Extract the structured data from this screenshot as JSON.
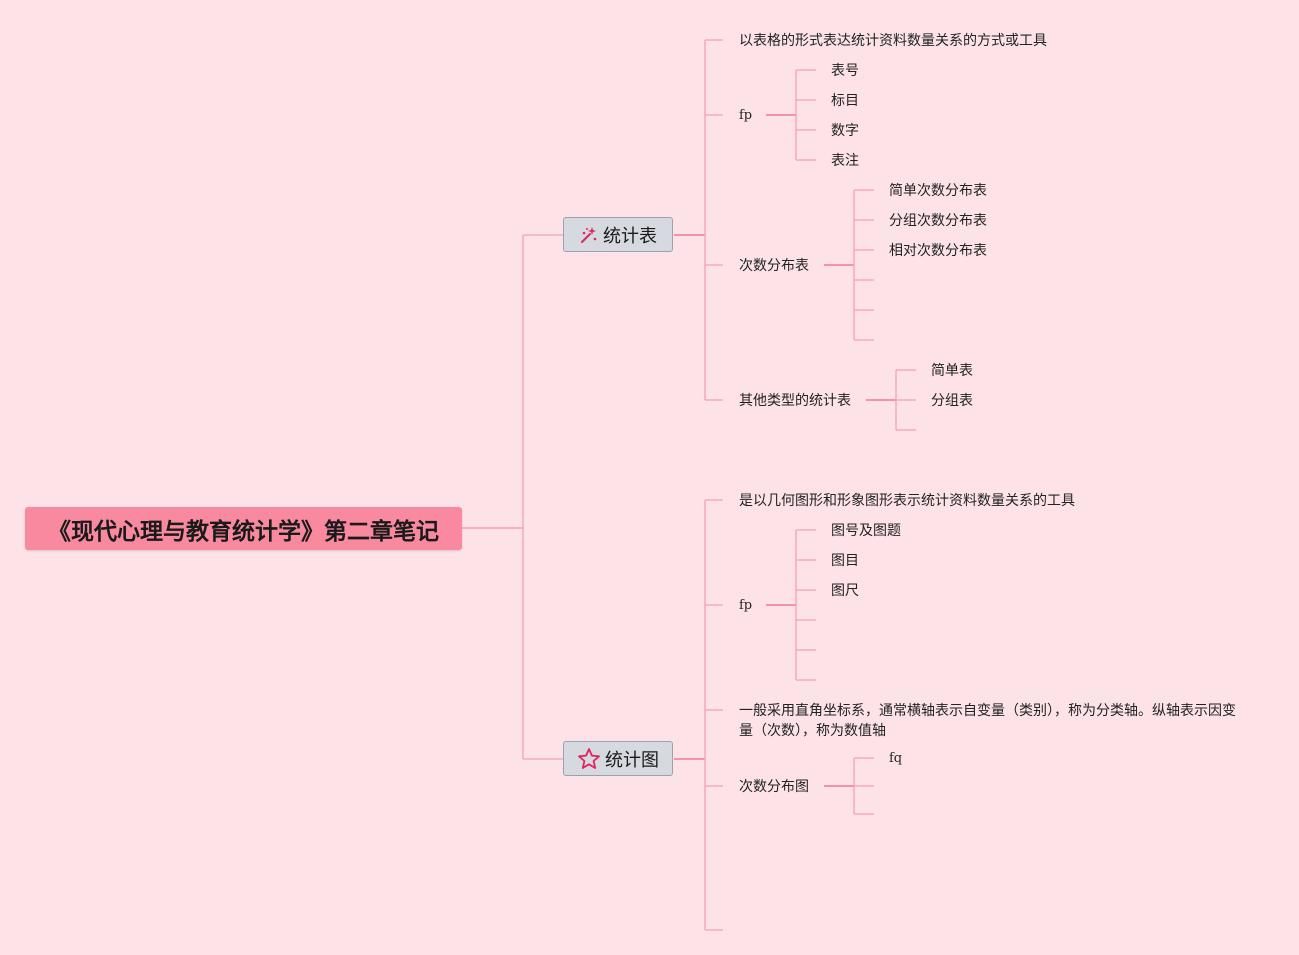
{
  "root": {
    "title": "《现代心理与教育统计学》第二章笔记"
  },
  "branches": [
    {
      "label": "统计表",
      "icon": "magic-wand-icon"
    },
    {
      "label": "统计图",
      "icon": "star-icon"
    }
  ],
  "table": {
    "definition": "以表格的形式表达统计资料数量关系的方式或工具",
    "fp": "fp",
    "fp_items": [
      "表号",
      "标目",
      "数字",
      "表注"
    ],
    "freq_table": "次数分布表",
    "freq_items": [
      "简单次数分布表",
      "分组次数分布表",
      "相对次数分布表"
    ],
    "other": "其他类型的统计表",
    "other_items": [
      "简单表",
      "分组表"
    ]
  },
  "chart": {
    "definition": "是以几何图形和形象图形表示统计资料数量关系的工具",
    "fp": "fp",
    "fp_items": [
      "图号及图题",
      "图目",
      "图尺"
    ],
    "axis_note": "一般采用直角坐标系，通常横轴表示自变量（类别），称为分类轴。纵轴表示因变量（次数），称为数值轴",
    "freq_chart": "次数分布图",
    "fq": "fq"
  },
  "colors": {
    "background": "#fde3e8",
    "root": "#f8899f",
    "line": "#f4a0b4",
    "line_strong": "#f07892",
    "branch_bg": "#d6dae0"
  }
}
